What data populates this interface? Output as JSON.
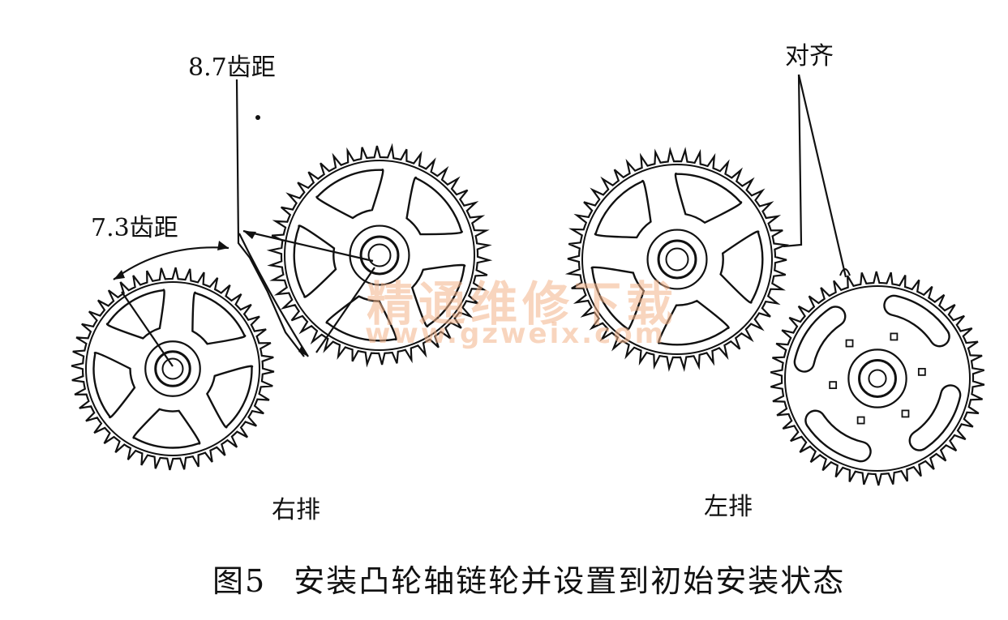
{
  "labels": {
    "pitch_87": "8.7齿距",
    "pitch_73": "7.3齿距",
    "align": "对齐",
    "right_bank": "右排",
    "left_bank": "左排"
  },
  "caption": {
    "number": "图5",
    "text": "安装凸轮轴链轮并设置到初始安装状态"
  },
  "watermark": {
    "text": "精通维修下载",
    "url": "www.gzweix.com",
    "color": "#f4b38a"
  },
  "colors": {
    "ink": "#111111",
    "background": "#ffffff"
  }
}
